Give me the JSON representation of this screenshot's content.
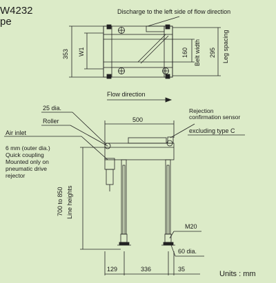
{
  "title": {
    "line1": "W4232",
    "line2": "pe"
  },
  "top_view": {
    "discharge_note": "Discharge to the left side of flow direction",
    "dim_353": "353",
    "dim_w1": "W1",
    "dim_160": "160",
    "belt_width": "Belt width",
    "dim_295": "295",
    "leg_spacing": "Leg spacing"
  },
  "side_view": {
    "flow_direction": "Flow direction",
    "roller_dia": "25 dia.",
    "roller": "Roller",
    "dim_500": "500",
    "rejection_line1": "Rejection",
    "rejection_line2": "confirmation sensor",
    "excluding": "excluding type C",
    "air_inlet": "Air inlet",
    "coupling_line1": "6 mm (outer dia.)",
    "coupling_line2": "Quick coupling",
    "coupling_line3": "Mounted only on",
    "coupling_line4": "pneumatic drive",
    "coupling_line5": "rejector",
    "height_range": "700 to 850",
    "line_heights": "Line heights",
    "m20": "M20",
    "foot_dia": "60 dia.",
    "dim_129": "129",
    "dim_336": "336",
    "dim_35": "35"
  },
  "units": "Units : mm"
}
